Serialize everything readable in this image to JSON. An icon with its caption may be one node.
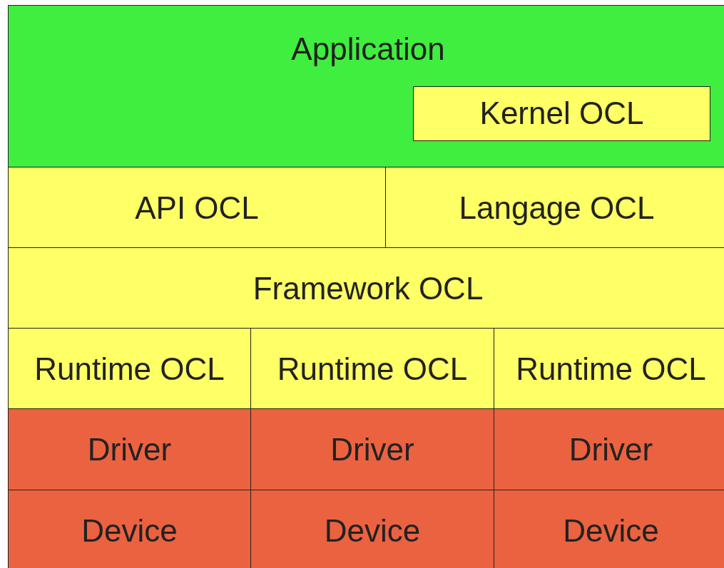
{
  "diagram": {
    "nodes": [
      {
        "text": [
          "Application"
        ]
      },
      {
        "text": [
          "Kernel OCL"
        ],
        "in": 0
      },
      {
        "text": [
          "API OCL"
        ]
      },
      {
        "text": [
          "Langage OCL"
        ]
      },
      {
        "text": [
          "Framework OCL"
        ]
      },
      {
        "text": [
          "Runtime OCL"
        ]
      },
      {
        "text": [
          "Runtime OCL"
        ]
      },
      {
        "text": [
          "Runtime OCL"
        ]
      },
      {
        "text": [
          "Driver"
        ]
      },
      {
        "text": [
          "Driver"
        ]
      },
      {
        "text": [
          "Driver"
        ]
      },
      {
        "text": [
          "Device"
        ]
      },
      {
        "text": [
          "Device"
        ]
      },
      {
        "text": [
          "Device"
        ]
      }
    ]
  }
}
